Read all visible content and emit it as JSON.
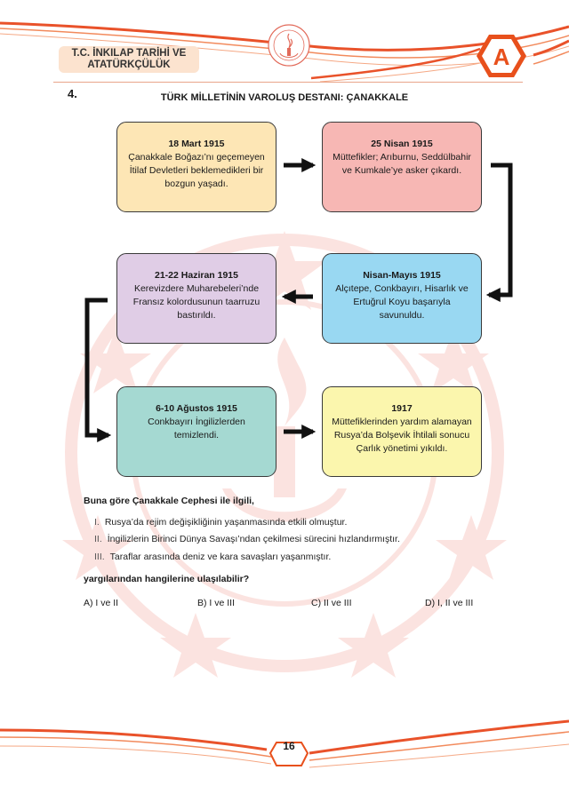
{
  "header": {
    "subject_line1": "T.C. İNKILAP TARİHİ VE",
    "subject_line2": "ATATÜRKÇÜLÜK",
    "level_letter": "A"
  },
  "question": {
    "number": "4.",
    "title": "TÜRK MİLLETİNİN VAROLUŞ DESTANI: ÇANAKKALE",
    "cards": [
      {
        "title": "18 Mart 1915",
        "lines": [
          "Çanakkale Boğazı’nı geçemeyen",
          "İtilaf Devletleri beklemedikleri bir",
          "bozgun yaşadı."
        ]
      },
      {
        "title": "25 Nisan 1915",
        "lines": [
          "Müttefikler; Arıburnu, Seddülbahir",
          "ve Kumkale’ye asker çıkardı."
        ]
      },
      {
        "title": "Nisan-Mayıs 1915",
        "lines": [
          "Alçıtepe, Conkbayırı, Hisarlık ve",
          "Ertuğrul Koyu başarıyla",
          "savunuldu."
        ]
      },
      {
        "title": "21-22 Haziran 1915",
        "lines": [
          "Kerevizdere Muharebeleri’nde",
          "Fransız kolordusunun taarruzu",
          "bastırıldı."
        ]
      },
      {
        "title": "6-10 Ağustos 1915",
        "lines": [
          "Conkbayırı İngilizlerden",
          "temizlendi."
        ]
      },
      {
        "title": "1917",
        "lines": [
          "Müttefiklerinden yardım alamayan",
          "Rusya’da Bolşevik İhtilali sonucu",
          "Çarlık yönetimi yıkıldı."
        ]
      }
    ],
    "intro": "Buna göre Çanakkale Cephesi ile ilgili,",
    "statements": [
      {
        "num": "I.",
        "text": "Rusya’da rejim değişikliğinin yaşanmasında etkili olmuştur."
      },
      {
        "num": "II.",
        "text": "İngilizlerin Birinci Dünya Savaşı’ndan çekilmesi sürecini hızlandırmıştır."
      },
      {
        "num": "III.",
        "text": "Taraflar arasında deniz ve kara savaşları yaşanmıştır."
      }
    ],
    "prompt": "yargılarından hangilerine ulaşılabilir?",
    "options": [
      "A) I ve II",
      "B) I ve III",
      "C) II ve III",
      "D) I, II ve III"
    ]
  },
  "footer": {
    "page_number": "16"
  },
  "colors": {
    "accent": "#e8501c",
    "card_18mart": "#fde6b5",
    "card_25nisan": "#f7b7b4",
    "card_haziran": "#e0cde6",
    "card_nisanmayis": "#99d8f2",
    "card_agustos": "#a5d9d2",
    "card_1917": "#fbf6ad"
  }
}
